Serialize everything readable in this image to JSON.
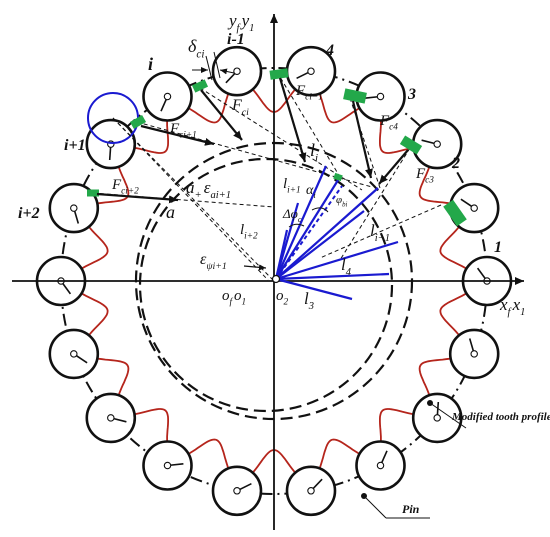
{
  "labels": {
    "y_axis": "y f y 1",
    "x_axis": "x f x 1",
    "origin_left": "o f o 1",
    "origin_right": "o 2",
    "delta": "δ ci",
    "f_ci": "F ci",
    "f_ci_minus_1": "F ci−1",
    "f_ci_plus_1": "F ci+1",
    "f_ci_plus_2": "F ci+2",
    "f_c3": "F c3",
    "f_c4": "F c4",
    "a": "a",
    "a_plus_eps": "a + ε ai+1",
    "eps_psi": "ε ψi+1",
    "l_i": "l i",
    "l_i_plus_1": "l i+1",
    "l_i_plus_2": "l i+2",
    "l_i_minus_1": "l i−1",
    "l_4": "l 4",
    "l_3": "l 3",
    "alpha_i": "α i",
    "delta_phi": "Δφ c",
    "phi_bi": "φ bi",
    "pin_label": "Pin",
    "profile_label": "Modified tooth profile"
  },
  "pin_numbers": {
    "i_minus_1": "i-1",
    "i": "i",
    "i_plus_1": "i+1",
    "i_plus_2": "i+2",
    "n4": "4",
    "n3": "3",
    "n2": "2",
    "n1": "1"
  },
  "colors": {
    "profile": "#b5251c",
    "vectors": "#1a1ad0",
    "contact": "#23a84a",
    "lines": "#111111"
  }
}
